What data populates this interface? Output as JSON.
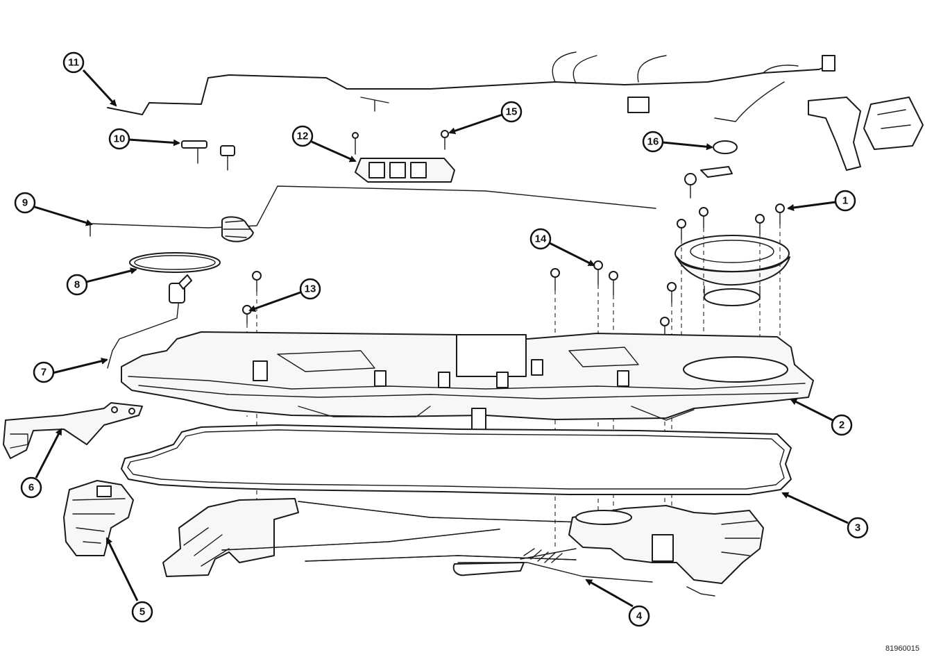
{
  "figure_id": "81960015",
  "callouts": [
    {
      "label": "1"
    },
    {
      "label": "2"
    },
    {
      "label": "3"
    },
    {
      "label": "4"
    },
    {
      "label": "5"
    },
    {
      "label": "6"
    },
    {
      "label": "7"
    },
    {
      "label": "8"
    },
    {
      "label": "9"
    },
    {
      "label": "10"
    },
    {
      "label": "11"
    },
    {
      "label": "12"
    },
    {
      "label": "13"
    },
    {
      "label": "14"
    },
    {
      "label": "15"
    },
    {
      "label": "16"
    }
  ]
}
